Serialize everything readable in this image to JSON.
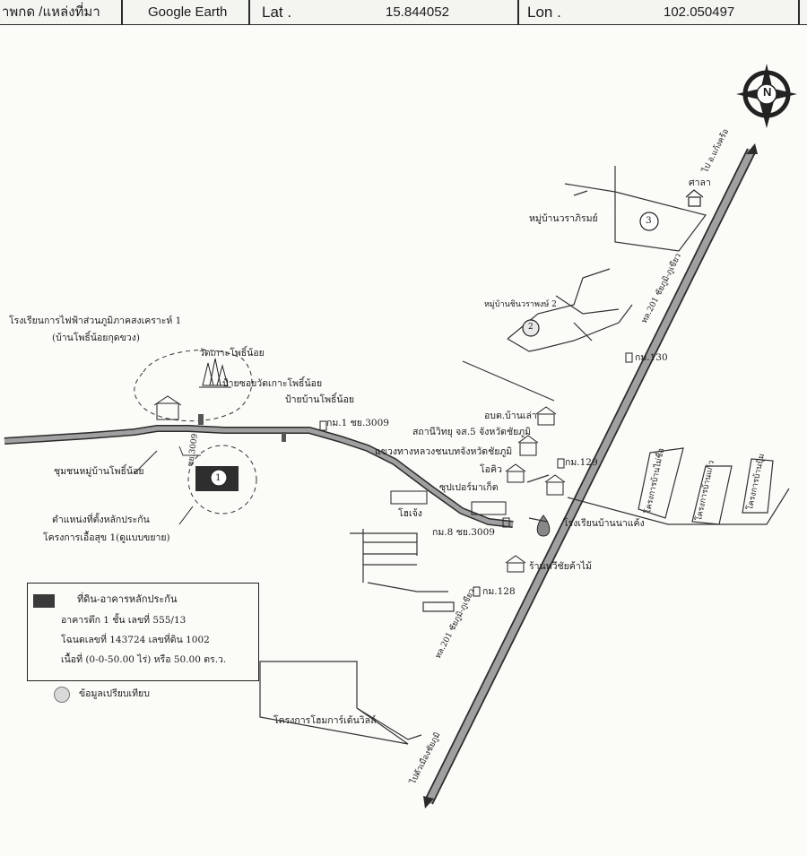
{
  "header": {
    "location_type": "าพกด /แหล่งที่มา",
    "source": "Google Earth",
    "lat_label": "Lat .",
    "lat_value": "15.844052",
    "lon_label": "Lon .",
    "lon_value": "102.050497"
  },
  "compass": {
    "north_label": "N",
    "icon": "compass-rose-icon"
  },
  "labels": {
    "sala": "ศาลา",
    "village_3": "หมู่บ้านวราภิรมย์",
    "village_2": "หมู่บ้านชินวราพงษ์ 2",
    "km130": "กม.130",
    "power_school": "โรงเรียนการไฟฟ้าส่วนภูมิภาคสงเคราะห์ 1",
    "power_school_sub": "(บ้านโพธิ์น้อยกุดขวง)",
    "wat": "วัดเกาะโพธิ์น้อย",
    "soi_sign": "ป้ายซอยวัดเกาะโพธิ์น้อย",
    "village_sign": "ป้ายบ้านโพธิ์น้อย",
    "km1": "กม.1 ชย.3009",
    "tambon": "อบต.บ้านเล่า",
    "radio": "สถานีวิทยุ จส.5 จังหวัดชัยภูมิ",
    "km129": "กม.129",
    "highway_office": "แขวงทางหลวงชนบทจังหวัดชัยภูมิ",
    "tokio": "โอคิว",
    "supermarket": "ซุปเปอร์มาเก็ต",
    "ochang": "โฮเจ้ง",
    "km8": "กม.8 ชย.3009",
    "community": "ชุมชนหมู่บ้านโพธิ์น้อย",
    "collateral_pos": "ตำแหน่งที่ตั้งหลักประกัน",
    "collateral_project": "โครงการเอื้อสุข 1(ดูแบบขยาย)",
    "school_nakaeng": "โรงเรียนบ้านนาแค้ง",
    "shop": "ร้านทวีชัยค้าไม้",
    "km128": "กม.128",
    "home_project": "โครงการโฮมการ์เด้นวิลล์",
    "road_ne": "ไป อ.แก้งคร้อ",
    "road_main_n": "ทล.201 ชัยภูมิ-ภูเขียว",
    "road_main_s": "ทล.201 ชัยภูมิ-ภูเขียว",
    "road_sw": "ไปตัวเมืองชัยภูมิ",
    "road_side": "ชย.3009",
    "project_a": "โครงการบ้านไม่ชื่อ",
    "project_b": "โครงการบ้านแก้ว",
    "project_c": "โครงการบ้านปุ้ม",
    "marker_1": "1",
    "marker_2": "2",
    "marker_3": "3"
  },
  "legend": {
    "swatch_title": "ที่ดิน-อาคารหลักประกัน",
    "line1": "อาคารตึก 1 ชั้น เลขที่ 555/13",
    "line2": "โฉนดเลขที่ 143724 เลขที่ดิน 1002",
    "line3": "เนื้อที่ (0-0-50.00 ไร่) หรือ 50.00 ตร.ว.",
    "compare_label": "ข้อมูลเปรียบเทียบ"
  },
  "colors": {
    "road_fill": "#9a9a9a",
    "ink": "#1b1b1b",
    "paper": "#fbfbf8"
  }
}
